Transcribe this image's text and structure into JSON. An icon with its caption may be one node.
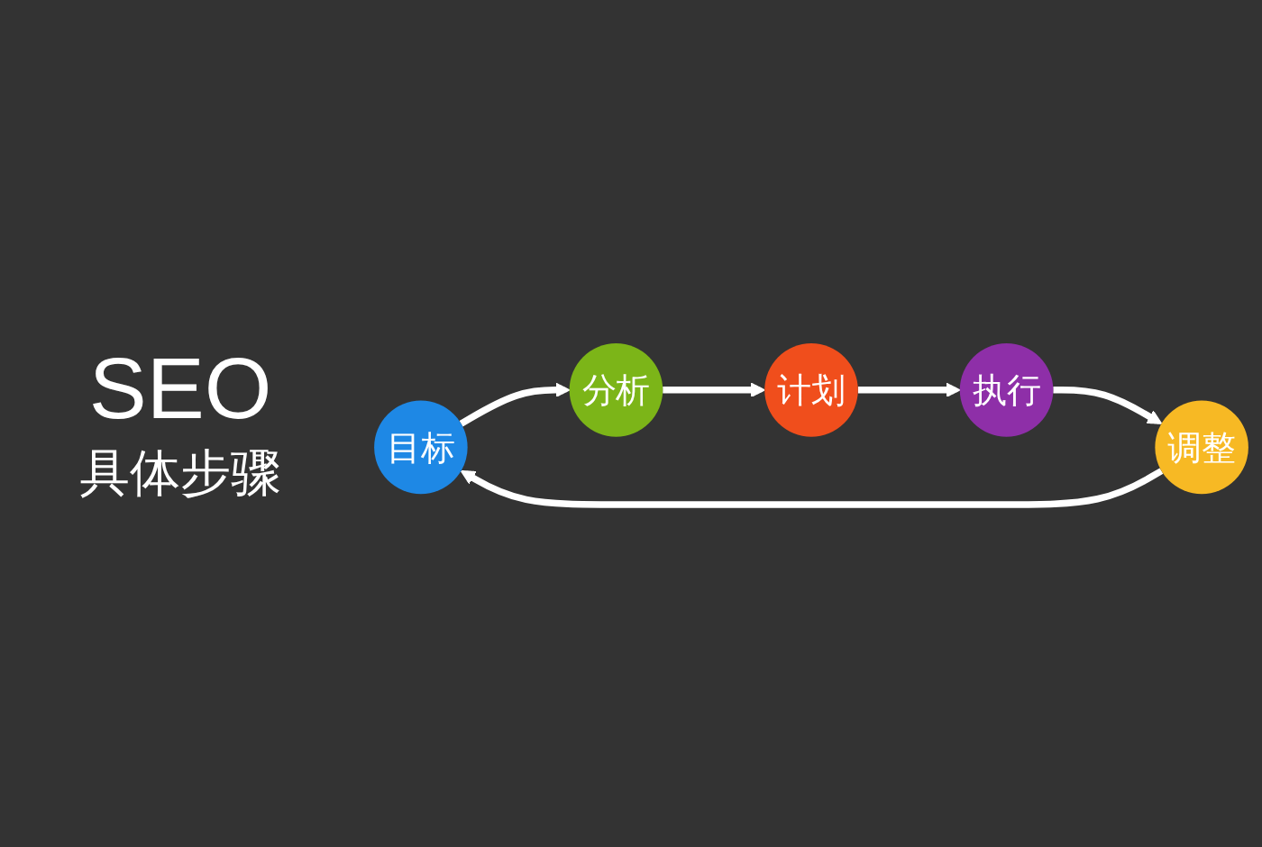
{
  "diagram": {
    "nodes": [
      {
        "text": [
          "目标"
        ]
      },
      {
        "text": [
          "分析"
        ]
      },
      {
        "text": [
          "计划"
        ]
      },
      {
        "text": [
          "执行"
        ]
      },
      {
        "text": [
          "调整"
        ]
      }
    ],
    "edges": [
      {
        "from": 0,
        "to": 1,
        "arrow": "to"
      },
      {
        "from": 1,
        "to": 2,
        "arrow": "to"
      },
      {
        "from": 2,
        "to": 3,
        "arrow": "to"
      },
      {
        "from": 3,
        "to": 4,
        "arrow": "to"
      },
      {
        "from": 4,
        "to": 0,
        "arrow": "to"
      }
    ],
    "labels": [
      "SEO",
      "具体步骤"
    ]
  }
}
